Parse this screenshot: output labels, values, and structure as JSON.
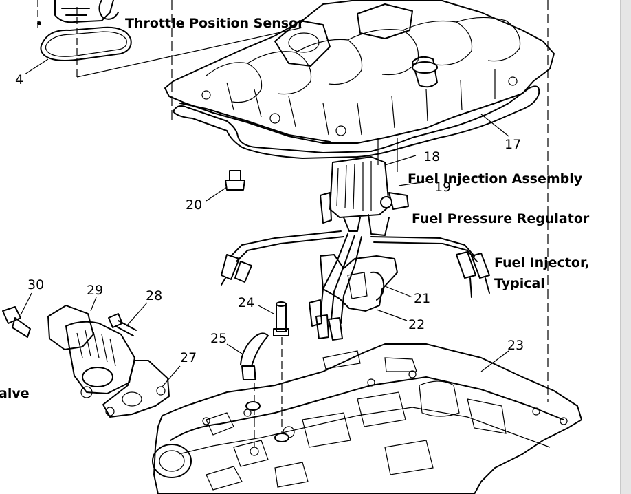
{
  "labels": {
    "throttle_position_sensor": "Throttle Position Sensor",
    "fuel_injection_assembly": "Fuel Injection Assembly",
    "fuel_pressure_regulator": "Fuel Pressure Regulator",
    "fuel_injector_line1": "Fuel Injector,",
    "fuel_injector_line2": "Typical",
    "valve_partial": "alve"
  },
  "callouts": {
    "n4": "4",
    "n17": "17",
    "n18": "18",
    "n19": "19",
    "n20": "20",
    "n21": "21",
    "n22": "22",
    "n23": "23",
    "n24": "24",
    "n25": "25",
    "n27": "27",
    "n28": "28",
    "n29": "29",
    "n30": "30"
  }
}
